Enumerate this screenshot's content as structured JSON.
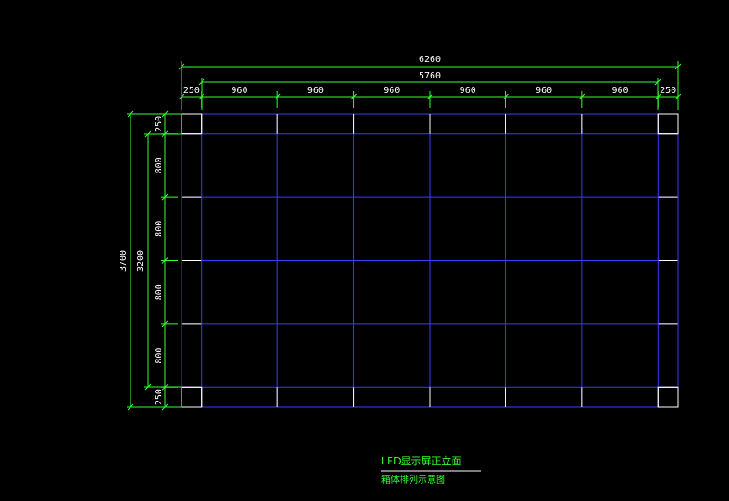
{
  "colors": {
    "background": "#000000",
    "dimension_line": "#33ff33",
    "dimension_text": "#ffffff",
    "grid_line": "#3a3cff",
    "frame_line": "#ffffff",
    "title_text": "#33ff33"
  },
  "dimensions": {
    "overall_width": "6260",
    "inner_width": "5760",
    "top_segments": [
      "250",
      "960",
      "960",
      "960",
      "960",
      "960",
      "960",
      "250"
    ],
    "overall_height": "3700",
    "inner_height": "3200",
    "left_segments": [
      "250",
      "800",
      "800",
      "800",
      "800",
      "250"
    ]
  },
  "panel_grid": {
    "columns_mm": [
      250,
      960,
      960,
      960,
      960,
      960,
      960,
      250
    ],
    "rows_mm": [
      250,
      800,
      800,
      800,
      800,
      250
    ]
  },
  "title": {
    "line1": "LED显示屏正立面",
    "line2": "箱体排列示意图"
  }
}
